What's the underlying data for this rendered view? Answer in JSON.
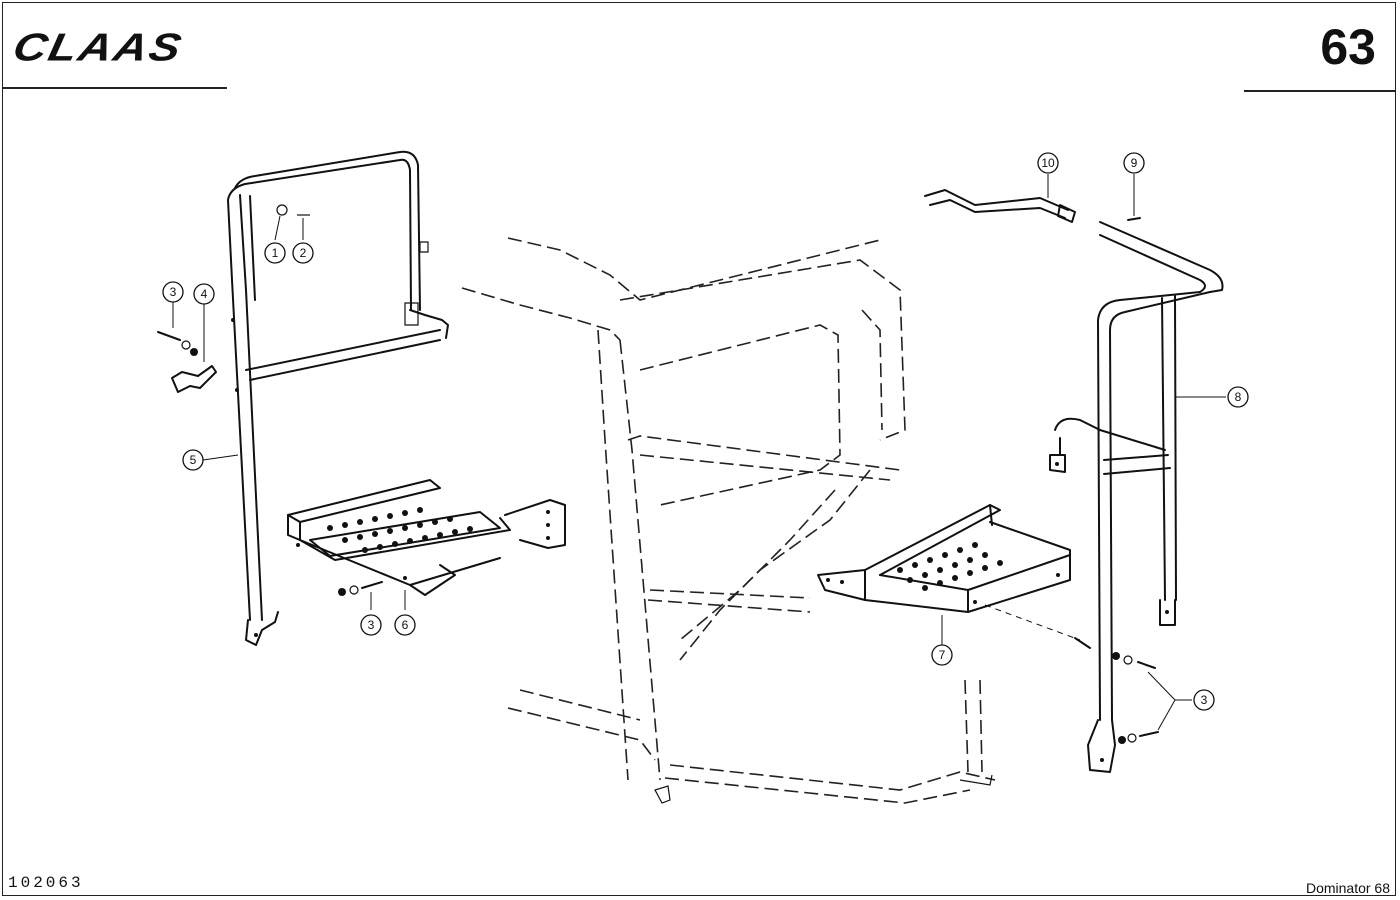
{
  "header": {
    "brand": "CLAAS",
    "page_number": "63"
  },
  "footer": {
    "drawing_number": "102063",
    "model": "Dominator 68"
  },
  "callouts": [
    {
      "id": "c1",
      "label": "1"
    },
    {
      "id": "c2",
      "label": "2"
    },
    {
      "id": "c3a",
      "label": "3"
    },
    {
      "id": "c4",
      "label": "4"
    },
    {
      "id": "c5",
      "label": "5"
    },
    {
      "id": "c3b",
      "label": "3"
    },
    {
      "id": "c6",
      "label": "6"
    },
    {
      "id": "c7",
      "label": "7"
    },
    {
      "id": "c8",
      "label": "8"
    },
    {
      "id": "c9",
      "label": "9"
    },
    {
      "id": "c10",
      "label": "10"
    },
    {
      "id": "c3c",
      "label": "3"
    }
  ]
}
